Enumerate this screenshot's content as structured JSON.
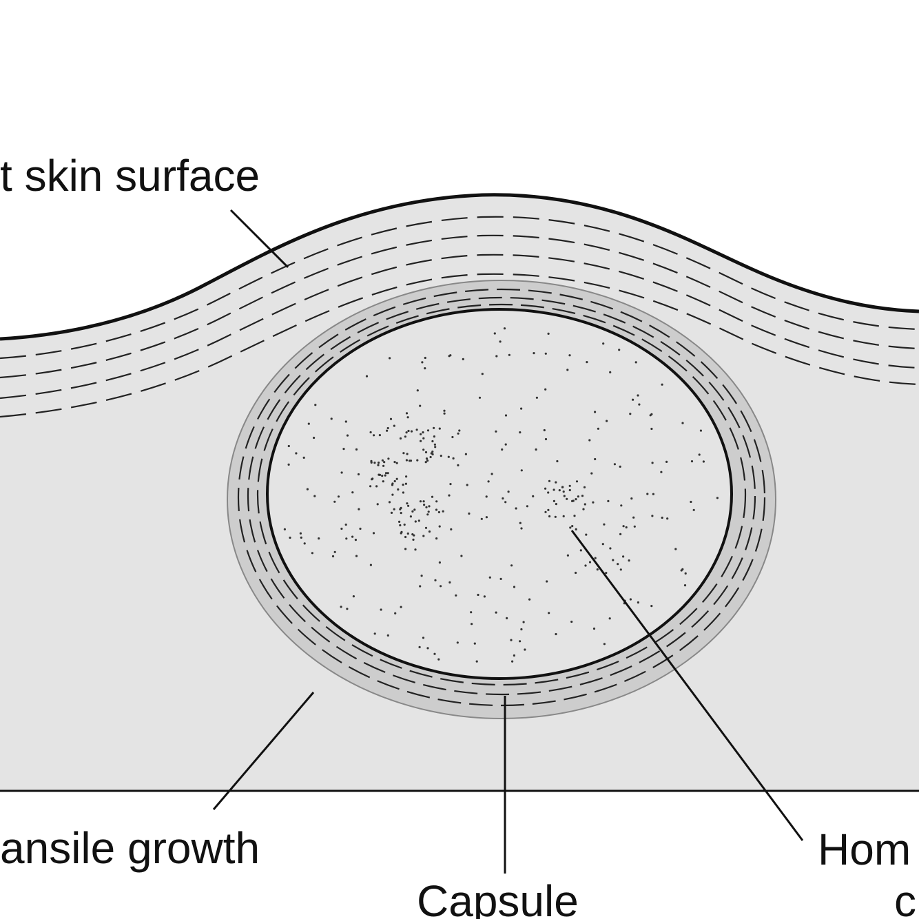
{
  "labels": {
    "skin_surface": "t skin surface",
    "expansile_growth": "ansile growth",
    "capsule": "Capsule",
    "homogeneous": "Hom",
    "homogeneous_line2": "c"
  },
  "colors": {
    "tissue": "#e4e4e4",
    "capsule_band": "#cdcdcd",
    "outline": "#111111",
    "background": "#ffffff"
  }
}
